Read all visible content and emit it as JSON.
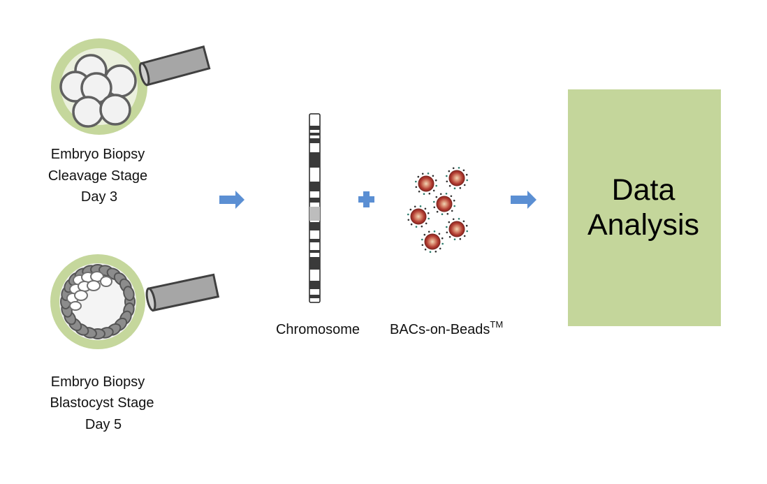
{
  "cleavage": {
    "label_line1": "Embryo Biopsy",
    "label_line2": "Cleavage Stage",
    "label_line3": "Day 3"
  },
  "blastocyst": {
    "label_line1": "Embryo Biopsy",
    "label_line2": "Blastocyst Stage",
    "label_line3": "Day 5"
  },
  "chromosome": {
    "label": "Chromosome"
  },
  "beads": {
    "label": "BACs-on-Beads",
    "superscript": "TM"
  },
  "analysis": {
    "line1": "Data",
    "line2": "Analysis"
  },
  "colors": {
    "zona": "#c5d79c",
    "box": "#c4d69b",
    "arrow": "#5b8fd3",
    "cell_stroke": "#606060",
    "bead": "#a9322b"
  }
}
